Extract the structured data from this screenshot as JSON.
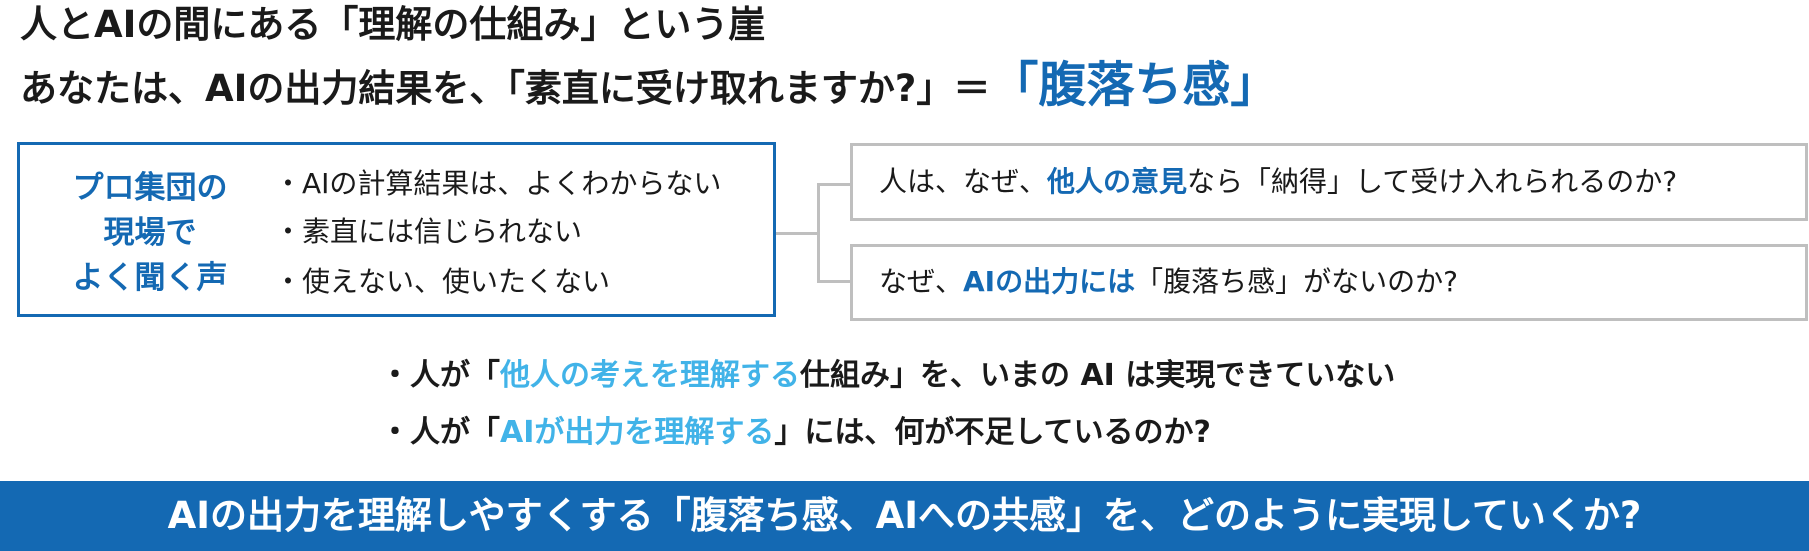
{
  "title1": "人とAIの間にある「理解の仕組み」という崖",
  "title2": {
    "prefix": "あなたは、AIの出力結果を、「素直に受け取れますか?」＝",
    "accent": "「腹落ち感」"
  },
  "voices": {
    "heading": [
      "プロ集団の",
      "現場で",
      "よく聞く声"
    ],
    "items": [
      "・AIの計算結果は、よくわからない",
      "・素直には信じられない",
      "・使えない、使いたくない"
    ]
  },
  "questions": [
    {
      "pre": "人は、なぜ、",
      "accent": "他人の意見",
      "post": "なら「納得」して受け入れられるのか?"
    },
    {
      "pre": "なぜ、",
      "accent": "AIの出力には",
      "post": "「腹落ち感」がないのか?"
    }
  ],
  "bullets": [
    {
      "pre": "・人が「",
      "accent": "他人の考えを理解する",
      "post": "仕組み」を、いまの AI は実現できていない"
    },
    {
      "pre": "・人が「",
      "accent": "AIが出力を理解する",
      "post": "」には、何が不足しているのか?"
    }
  ],
  "banner": "AIの出力を理解しやすくする「腹落ち感、AIへの共感」を、どのように実現していくか?",
  "colors": {
    "primary": "#1469b3",
    "light_accent": "#41b3e8",
    "border_gray": "#bfbfbf"
  }
}
